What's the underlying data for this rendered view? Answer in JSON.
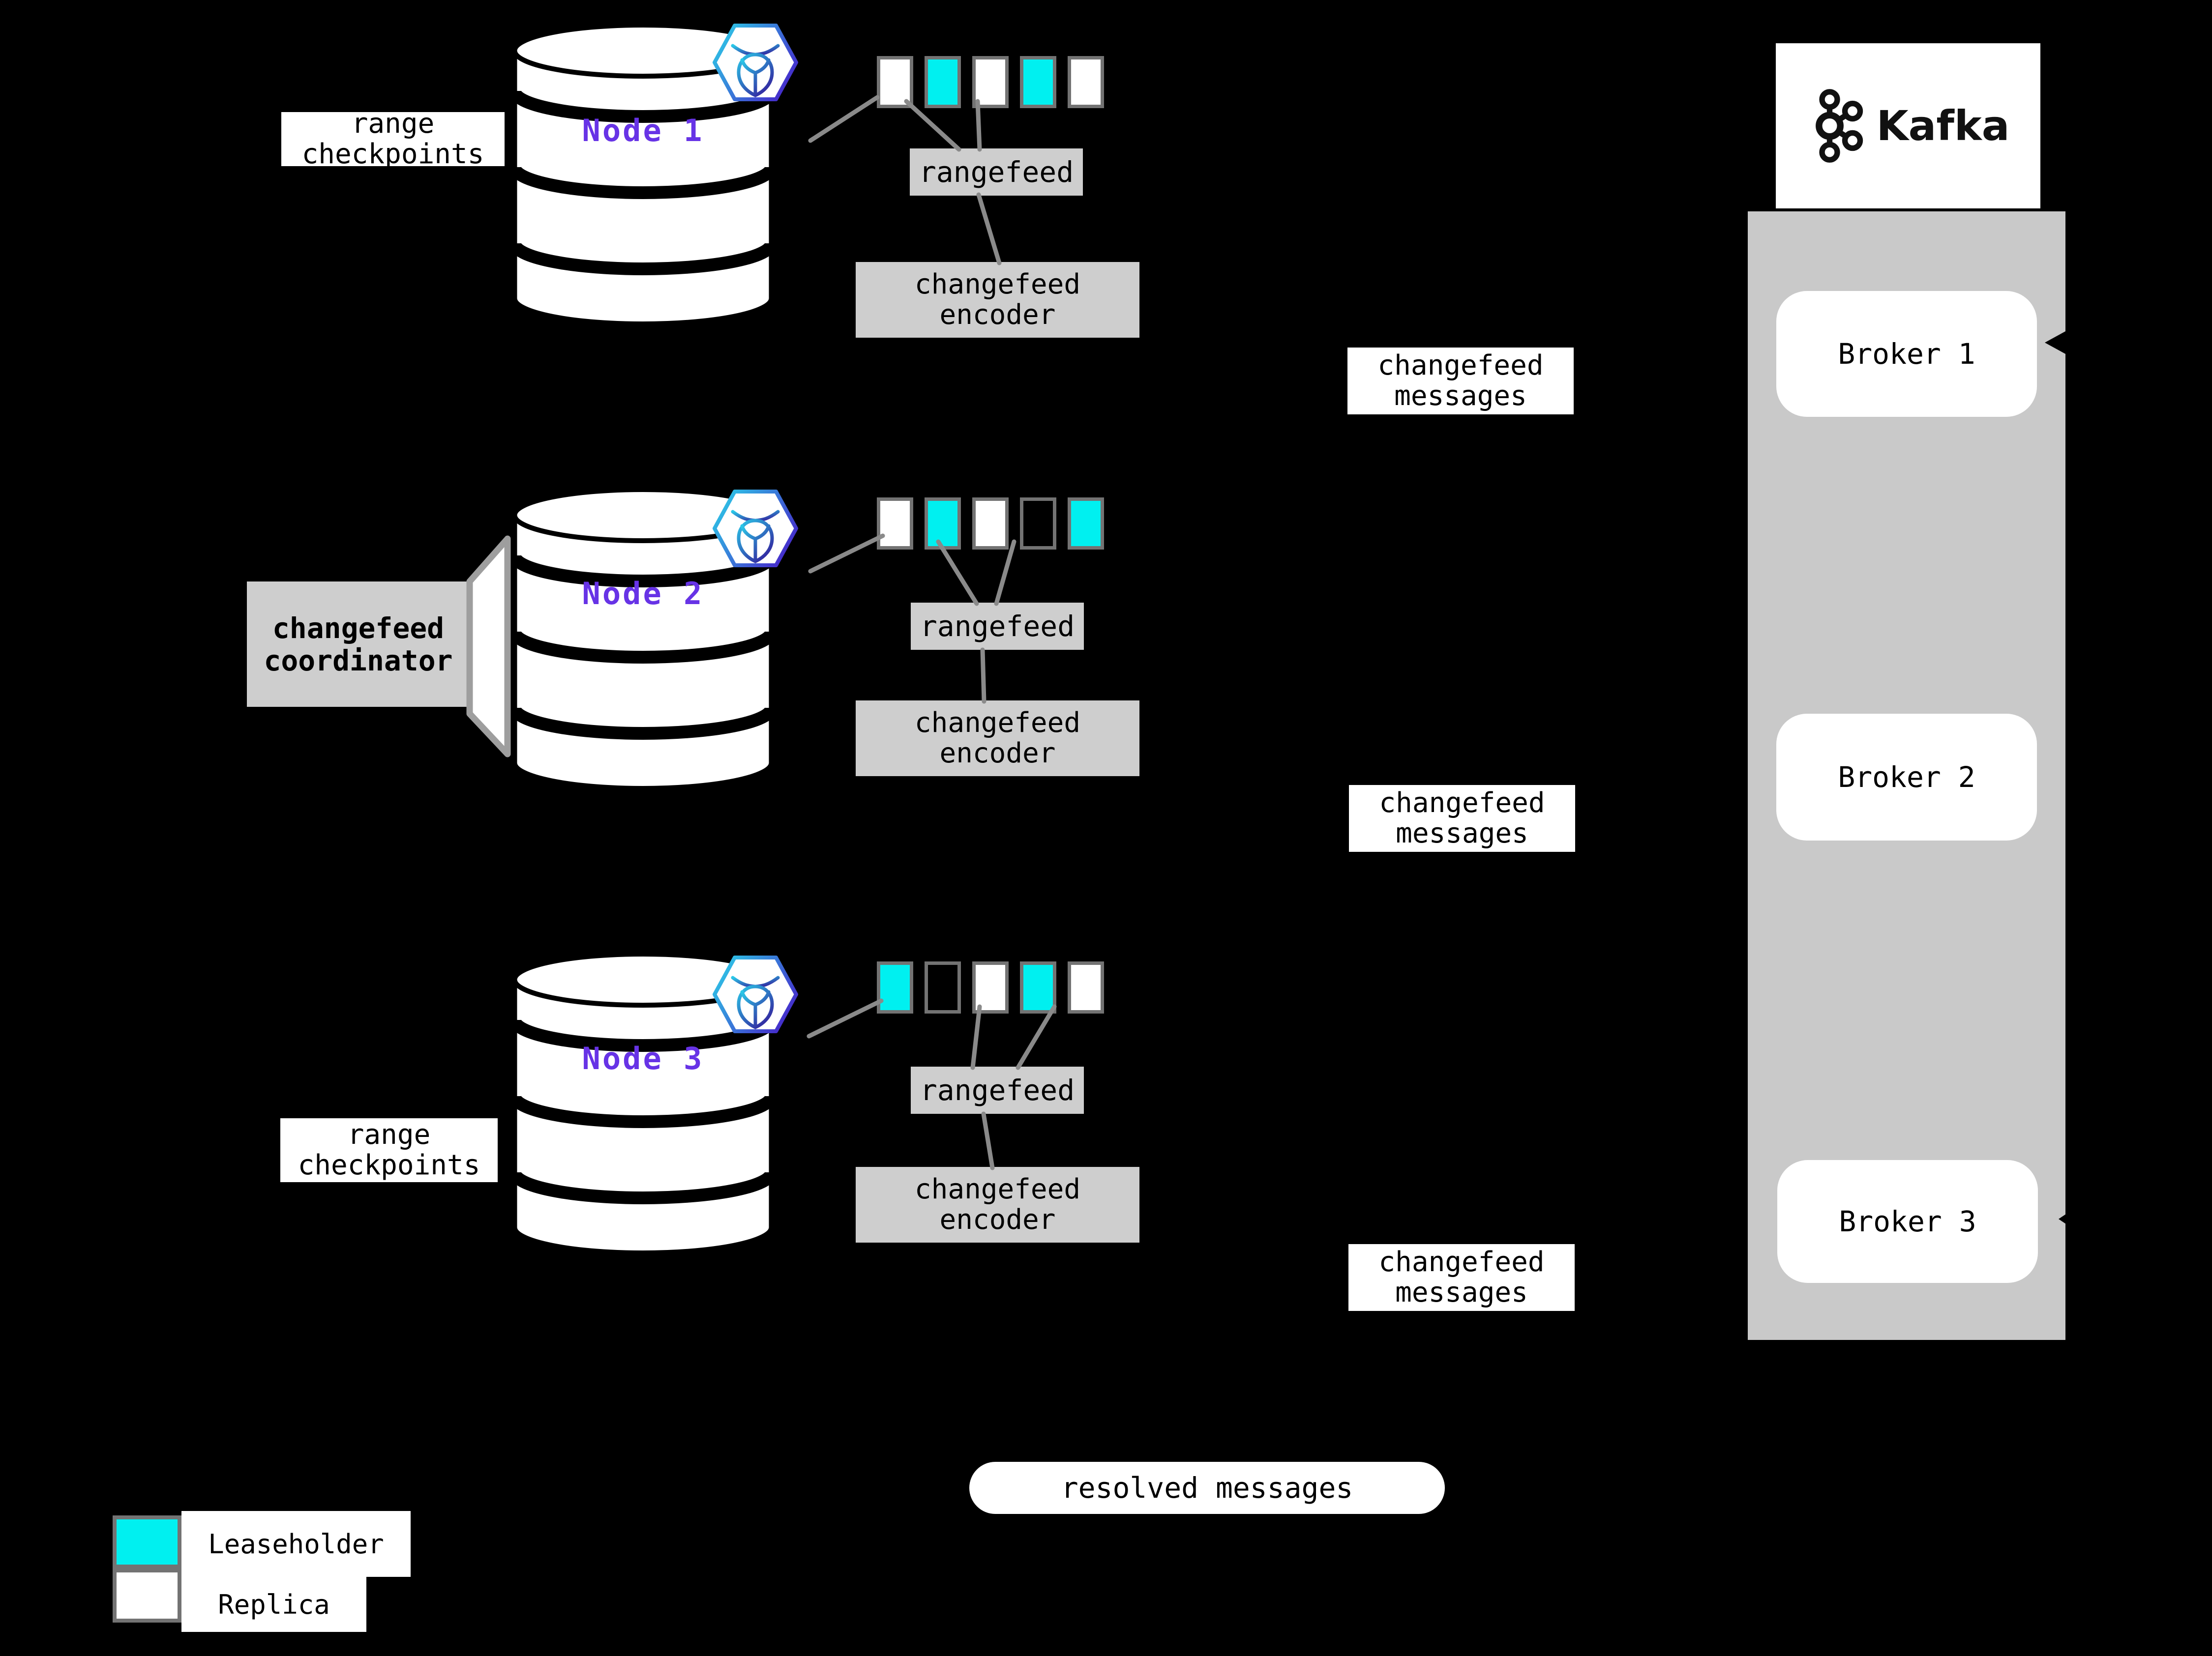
{
  "checkpoints": {
    "label": "range\ncheckpoints"
  },
  "coordinator": {
    "label": "changefeed\ncoordinator"
  },
  "nodes": [
    {
      "name": "Node 1",
      "rangefeed_label": "rangefeed",
      "encoder_label": "changefeed\nencoder",
      "ranges": [
        "replica",
        "leaseholder",
        "replica",
        "leaseholder",
        "replica"
      ]
    },
    {
      "name": "Node 2",
      "rangefeed_label": "rangefeed",
      "encoder_label": "changefeed\nencoder",
      "ranges": [
        "replica",
        "leaseholder",
        "replica",
        "empty",
        "leaseholder"
      ]
    },
    {
      "name": "Node 3",
      "rangefeed_label": "rangefeed",
      "encoder_label": "changefeed\nencoder",
      "ranges": [
        "leaseholder",
        "empty",
        "replica",
        "leaseholder",
        "replica"
      ]
    }
  ],
  "messages": {
    "label": "changefeed\nmessages"
  },
  "kafka": {
    "title": "Kafka",
    "brokers": [
      {
        "label": "Broker 1"
      },
      {
        "label": "Broker 2"
      },
      {
        "label": "Broker 3"
      }
    ]
  },
  "resolved": {
    "label": "resolved messages"
  },
  "legend": {
    "items": [
      {
        "label": "Leaseholder",
        "color": "#00F0F0",
        "type": "leaseholder"
      },
      {
        "label": "Replica",
        "color": "#FFFFFF",
        "type": "replica"
      }
    ]
  },
  "colors": {
    "leaseholder_teal": "#00F0F0",
    "replica_white": "#FFFFFF",
    "node_label_purple": "#6733E6",
    "kafka_panel_gray": "#C9C9C9",
    "process_box_gray": "#CECECE",
    "connector_gray": "#8A8A8A",
    "background": "#000000"
  }
}
